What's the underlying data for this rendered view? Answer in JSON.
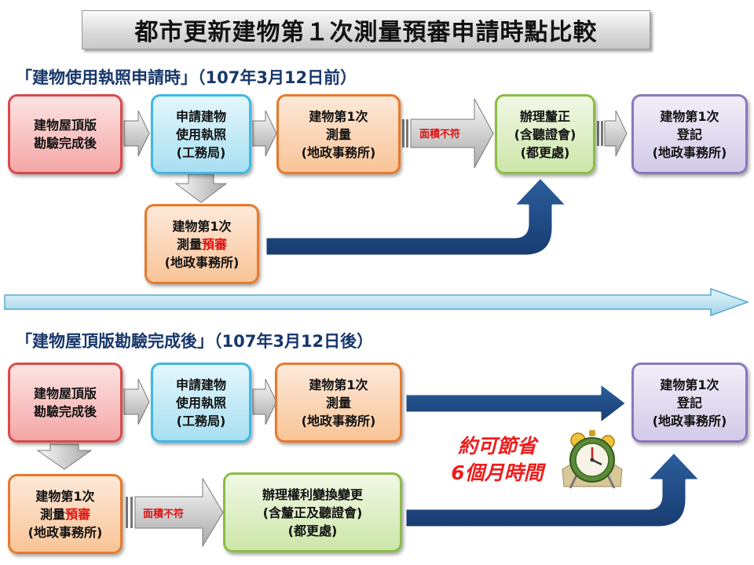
{
  "title": "都市更新建物第１次測量預審申請時點比較",
  "section1": {
    "heading": "「建物使用執照申請時」（107年3月12日前）",
    "boxes": {
      "rooftop": [
        "建物屋頂版",
        "勘驗完成後"
      ],
      "apply_license": [
        "申請建物",
        "使用執照",
        "(工務局)"
      ],
      "survey": [
        "建物第1次",
        "測量",
        "(地政事務所)"
      ],
      "correction": [
        "辦理釐正",
        "(含聽證會)",
        "(都更處)"
      ],
      "register": [
        "建物第1次",
        "登記",
        "(地政事務所)"
      ],
      "presurvey": {
        "line1": "建物第1次",
        "line2_prefix": "測量",
        "line2_highlight": "預審",
        "line3": "(地政事務所)"
      }
    },
    "mismatch_label": "面積不符"
  },
  "section2": {
    "heading": "「建物屋頂版勘驗完成後」（107年3月12日後）",
    "boxes": {
      "rooftop": [
        "建物屋頂版",
        "勘驗完成後"
      ],
      "apply_license": [
        "申請建物",
        "使用執照",
        "(工務局)"
      ],
      "survey": [
        "建物第1次",
        "測量",
        "(地政事務所)"
      ],
      "register": [
        "建物第1次",
        "登記",
        "(地政事務所)"
      ],
      "presurvey": {
        "line1": "建物第1次",
        "line2_prefix": "測量",
        "line2_highlight": "預審",
        "line3": "(地政事務所)"
      },
      "rights_change": [
        "辦理權利變換變更",
        "(含釐正及聽證會)",
        "(都更處)"
      ]
    },
    "mismatch_label": "面積不符",
    "saving": [
      "約可節省",
      "6個月時間"
    ]
  },
  "icons": {
    "clock": "alarm-clock-icon"
  },
  "colors": {
    "heading": "#17376b",
    "highlight": "#e01010",
    "flow_arrow": "#1f4e8c"
  }
}
